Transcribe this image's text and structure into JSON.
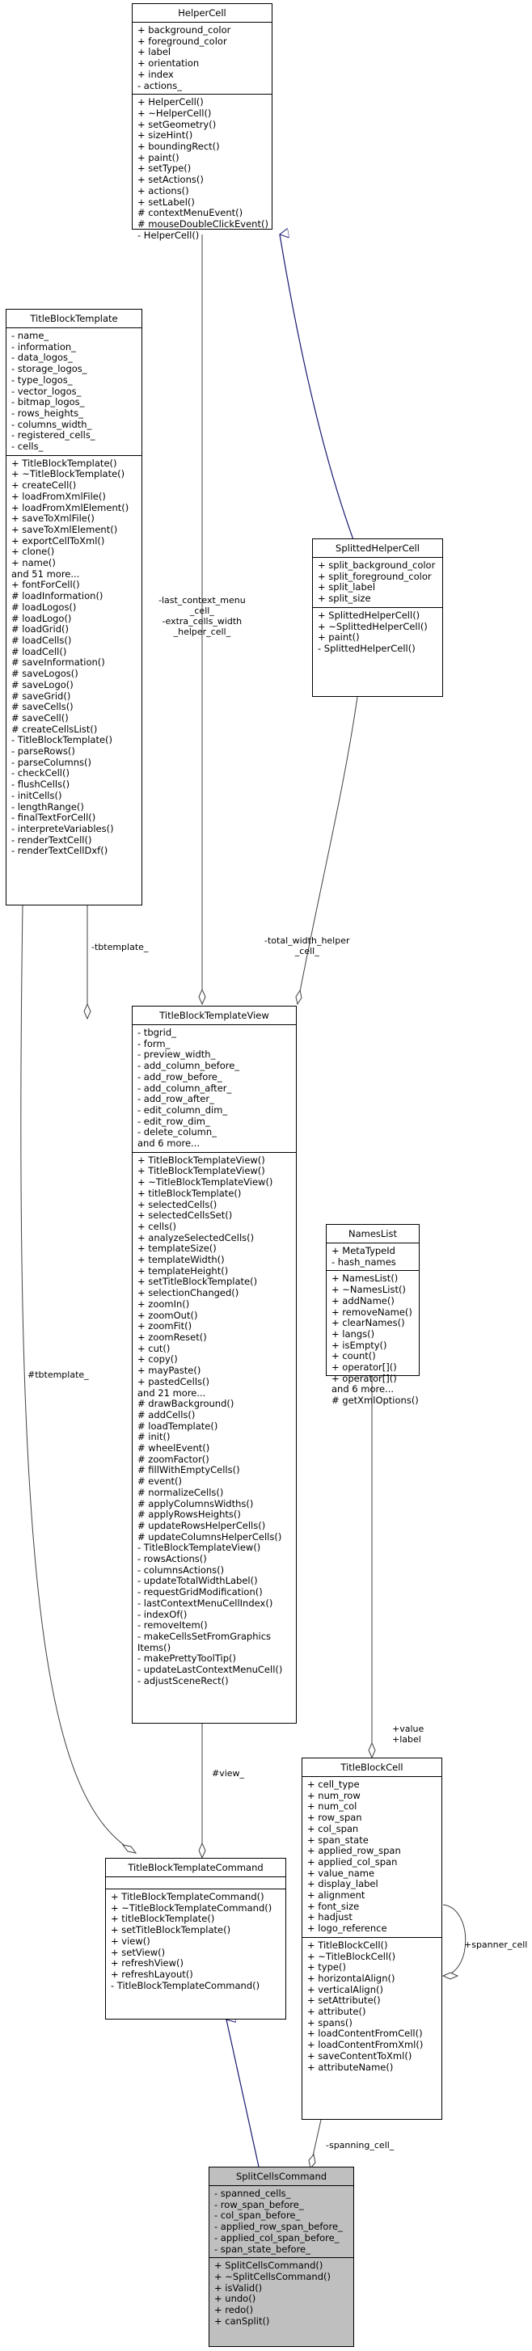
{
  "classes": {
    "helper_cell": {
      "name": "HelperCell",
      "attributes": [
        "+ background_color",
        "+ foreground_color",
        "+ label",
        "+ orientation",
        "+ index",
        "- actions_"
      ],
      "operations": [
        "+ HelperCell()",
        "+ ~HelperCell()",
        "+ setGeometry()",
        "+ sizeHint()",
        "+ boundingRect()",
        "+ paint()",
        "+ setType()",
        "+ setActions()",
        "+ actions()",
        "+ setLabel()",
        "# contextMenuEvent()",
        "# mouseDoubleClickEvent()",
        "- HelperCell()"
      ]
    },
    "title_block_template": {
      "name": "TitleBlockTemplate",
      "attributes": [
        "- name_",
        "- information_",
        "- data_logos_",
        "- storage_logos_",
        "- type_logos_",
        "- vector_logos_",
        "- bitmap_logos_",
        "- rows_heights_",
        "- columns_width_",
        "- registered_cells_",
        "- cells_"
      ],
      "operations": [
        "+ TitleBlockTemplate()",
        "+ ~TitleBlockTemplate()",
        "+ createCell()",
        "+ loadFromXmlFile()",
        "+ loadFromXmlElement()",
        "+ saveToXmlFile()",
        "+ saveToXmlElement()",
        "+ exportCellToXml()",
        "+ clone()",
        "+ name()",
        "and 51 more...",
        "+ fontForCell()",
        "# loadInformation()",
        "# loadLogos()",
        "# loadLogo()",
        "# loadGrid()",
        "# loadCells()",
        "# loadCell()",
        "# saveInformation()",
        "# saveLogos()",
        "# saveLogo()",
        "# saveGrid()",
        "# saveCells()",
        "# saveCell()",
        "# createCellsList()",
        "- TitleBlockTemplate()",
        "- parseRows()",
        "- parseColumns()",
        "- checkCell()",
        "- flushCells()",
        "- initCells()",
        "- lengthRange()",
        "- finalTextForCell()",
        "- interpreteVariables()",
        "- renderTextCell()",
        "- renderTextCellDxf()"
      ]
    },
    "splitted_helper_cell": {
      "name": "SplittedHelperCell",
      "attributes": [
        "+ split_background_color",
        "+ split_foreground_color",
        "+ split_label",
        "+ split_size"
      ],
      "operations": [
        "+ SplittedHelperCell()",
        "+ ~SplittedHelperCell()",
        "+ paint()",
        "- SplittedHelperCell()"
      ]
    },
    "title_block_template_view": {
      "name": "TitleBlockTemplateView",
      "attributes": [
        "- tbgrid_",
        "- form_",
        "- preview_width_",
        "- add_column_before_",
        "- add_row_before_",
        "- add_column_after_",
        "- add_row_after_",
        "- edit_column_dim_",
        "- edit_row_dim_",
        "- delete_column_",
        "and 6 more..."
      ],
      "operations": [
        "+ TitleBlockTemplateView()",
        "+ TitleBlockTemplateView()",
        "+ ~TitleBlockTemplateView()",
        "+ titleBlockTemplate()",
        "+ selectedCells()",
        "+ selectedCellsSet()",
        "+ cells()",
        "+ analyzeSelectedCells()",
        "+ templateSize()",
        "+ templateWidth()",
        "+ templateHeight()",
        "+ setTitleBlockTemplate()",
        "+ selectionChanged()",
        "+ zoomIn()",
        "+ zoomOut()",
        "+ zoomFit()",
        "+ zoomReset()",
        "+ cut()",
        "+ copy()",
        "+ mayPaste()",
        "+ pastedCells()",
        "and 21 more...",
        "# drawBackground()",
        "# addCells()",
        "# loadTemplate()",
        "# init()",
        "# wheelEvent()",
        "# zoomFactor()",
        "# fillWithEmptyCells()",
        "# event()",
        "# normalizeCells()",
        "# applyColumnsWidths()",
        "# applyRowsHeights()",
        "# updateRowsHelperCells()",
        "# updateColumnsHelperCells()",
        "- TitleBlockTemplateView()",
        "- rowsActions()",
        "- columnsActions()",
        "- updateTotalWidthLabel()",
        "- requestGridModification()",
        "- lastContextMenuCellIndex()",
        "- indexOf()",
        "- removeItem()",
        "- makeCellsSetFromGraphics",
        "Items()",
        "- makePrettyToolTip()",
        "- updateLastContextMenuCell()",
        "- adjustSceneRect()"
      ]
    },
    "names_list": {
      "name": "NamesList",
      "attributes": [
        "+ MetaTypeId",
        "- hash_names"
      ],
      "operations": [
        "+ NamesList()",
        "+ ~NamesList()",
        "+ addName()",
        "+ removeName()",
        "+ clearNames()",
        "+ langs()",
        "+ isEmpty()",
        "+ count()",
        "+ operator[]()",
        "+ operator[]()",
        "and 6 more...",
        "# getXmlOptions()"
      ]
    },
    "title_block_template_command": {
      "name": "TitleBlockTemplateCommand",
      "attributes": [],
      "operations": [
        "+ TitleBlockTemplateCommand()",
        "+ ~TitleBlockTemplateCommand()",
        "+ titleBlockTemplate()",
        "+ setTitleBlockTemplate()",
        "+ view()",
        "+ setView()",
        "+ refreshView()",
        "+ refreshLayout()",
        "- TitleBlockTemplateCommand()"
      ]
    },
    "title_block_cell": {
      "name": "TitleBlockCell",
      "attributes": [
        "+ cell_type",
        "+ num_row",
        "+ num_col",
        "+ row_span",
        "+ col_span",
        "+ span_state",
        "+ applied_row_span",
        "+ applied_col_span",
        "+ value_name",
        "+ display_label",
        "+ alignment",
        "+ font_size",
        "+ hadjust",
        "+ logo_reference"
      ],
      "operations": [
        "+ TitleBlockCell()",
        "+ ~TitleBlockCell()",
        "+ type()",
        "+ horizontalAlign()",
        "+ verticalAlign()",
        "+ setAttribute()",
        "+ attribute()",
        "+ spans()",
        "+ loadContentFromCell()",
        "+ loadContentFromXml()",
        "+ saveContentToXml()",
        "+ attributeName()"
      ]
    },
    "split_cells_command": {
      "name": "SplitCellsCommand",
      "attributes": [
        "- spanned_cells_",
        "- row_span_before_",
        "- col_span_before_",
        "- applied_row_span_before_",
        "- applied_col_span_before_",
        "- span_state_before_"
      ],
      "operations": [
        "+ SplitCellsCommand()",
        "+ ~SplitCellsCommand()",
        "+ isValid()",
        "+ undo()",
        "+ redo()",
        "+ canSplit()"
      ]
    }
  },
  "edge_labels": {
    "last_context_menu_cell": [
      "-last_context_menu",
      "_cell_",
      "-extra_cells_width",
      "_helper_cell_"
    ],
    "total_width_helper_cell": [
      "-total_width_helper",
      "_cell_"
    ],
    "tbtemplate": [
      "-tbtemplate_"
    ],
    "hash_tbtemplate": [
      "#tbtemplate_"
    ],
    "view": [
      "#view_"
    ],
    "value_label": [
      "+value",
      "+label"
    ],
    "spanner_cell": [
      "+spanner_cell"
    ],
    "spanning_cell": [
      "-spanning_cell_"
    ]
  },
  "colors": {
    "generalization": "#191970",
    "association": "#404040",
    "highlight": "#bfbfbf"
  }
}
